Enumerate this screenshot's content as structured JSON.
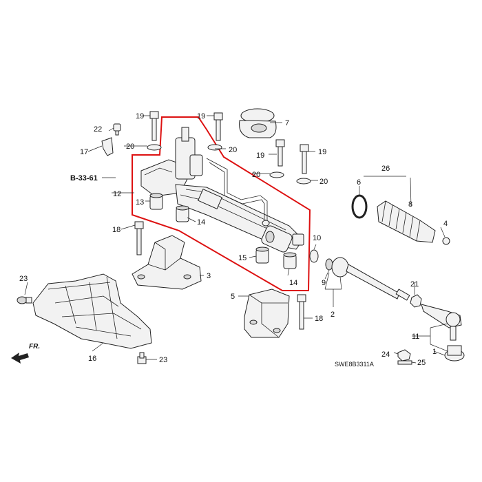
{
  "diagram": {
    "diagram_code": "SWE8B3311A",
    "reference_label": "B-33-61",
    "front_marker": "FR.",
    "callouts": {
      "c1": "1",
      "c2": "2",
      "c3": "3",
      "c4": "4",
      "c5": "5",
      "c6": "6",
      "c7": "7",
      "c8": "8",
      "c9": "9",
      "c10": "10",
      "c11": "11",
      "c12": "12",
      "c13": "13",
      "c14a": "14",
      "c14b": "14",
      "c15": "15",
      "c16": "16",
      "c17": "17",
      "c18a": "18",
      "c18b": "18",
      "c19a": "19",
      "c19b": "19",
      "c19c": "19",
      "c19d": "19",
      "c20a": "20",
      "c20b": "20",
      "c20c": "20",
      "c20d": "20",
      "c21": "21",
      "c22": "22",
      "c23a": "23",
      "c23b": "23",
      "c24": "24",
      "c25": "25",
      "c26": "26"
    }
  },
  "colors": {
    "highlight_frame": "#dd1111",
    "line": "#222222",
    "part_fill": "#f2f2f2"
  }
}
